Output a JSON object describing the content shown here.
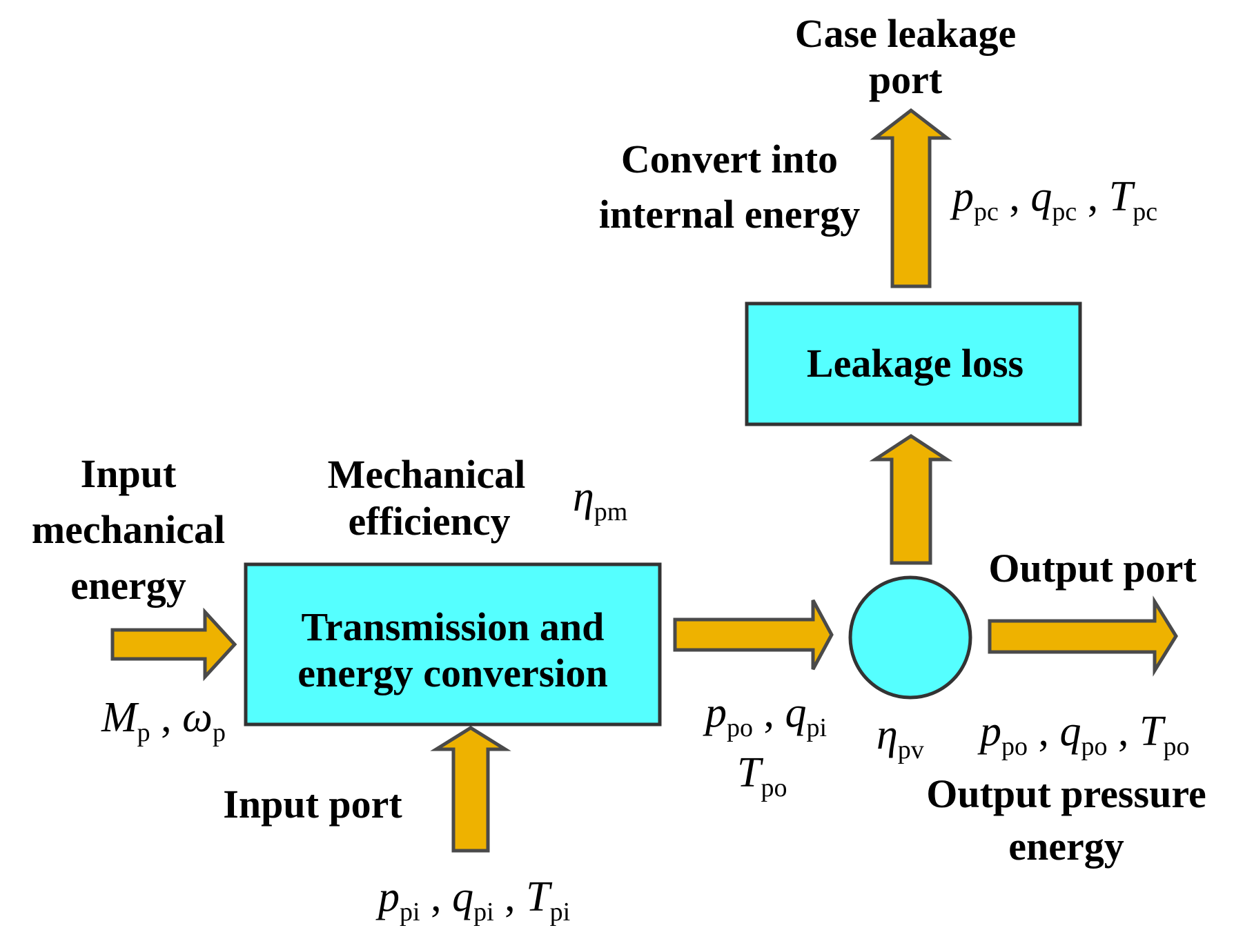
{
  "labels": {
    "case_leakage_port": [
      "Case leakage",
      "port"
    ],
    "convert_internal": [
      "Convert into",
      "internal energy"
    ],
    "leakage_box": "Leakage loss",
    "input_mech": [
      "Input",
      "mechanical",
      "energy"
    ],
    "mech_eff": [
      "Mechanical",
      "efficiency"
    ],
    "trans_box": [
      "Transmission and",
      "energy conversion"
    ],
    "output_port": "Output port",
    "input_port": "Input port",
    "output_pressure": [
      "Output pressure",
      "energy"
    ]
  },
  "vars": {
    "pc": [
      {
        "base": "p",
        "sub": "pc"
      },
      {
        "sep": " , "
      },
      {
        "base": "q",
        "sub": "pc"
      },
      {
        "sep": " , "
      },
      {
        "base": "T",
        "sub": "pc"
      }
    ],
    "eta_pm": [
      {
        "base": "η",
        "sub": "pm"
      }
    ],
    "eta_pv": [
      {
        "base": "η",
        "sub": "pv"
      }
    ],
    "mech": [
      {
        "base": "M",
        "sub": "p"
      },
      {
        "sep": " , "
      },
      {
        "base": "ω",
        "sub": "p"
      }
    ],
    "mid_line1": [
      {
        "base": "p",
        "sub": "po"
      },
      {
        "sep": " , "
      },
      {
        "base": "q",
        "sub": "pi"
      }
    ],
    "mid_line2": [
      {
        "base": "T",
        "sub": "po"
      }
    ],
    "out": [
      {
        "base": "p",
        "sub": "po"
      },
      {
        "sep": " , "
      },
      {
        "base": "q",
        "sub": "po"
      },
      {
        "sep": " , "
      },
      {
        "base": "T",
        "sub": "po"
      }
    ],
    "in": [
      {
        "base": "p",
        "sub": "pi"
      },
      {
        "sep": " , "
      },
      {
        "base": "q",
        "sub": "pi"
      },
      {
        "sep": " , "
      },
      {
        "base": "T",
        "sub": "pi"
      }
    ]
  },
  "colors": {
    "arrow_fill": "#EEB200",
    "arrow_stroke": "#4A4A4A",
    "box_fill": "#55FFFF",
    "box_stroke": "#333333"
  }
}
